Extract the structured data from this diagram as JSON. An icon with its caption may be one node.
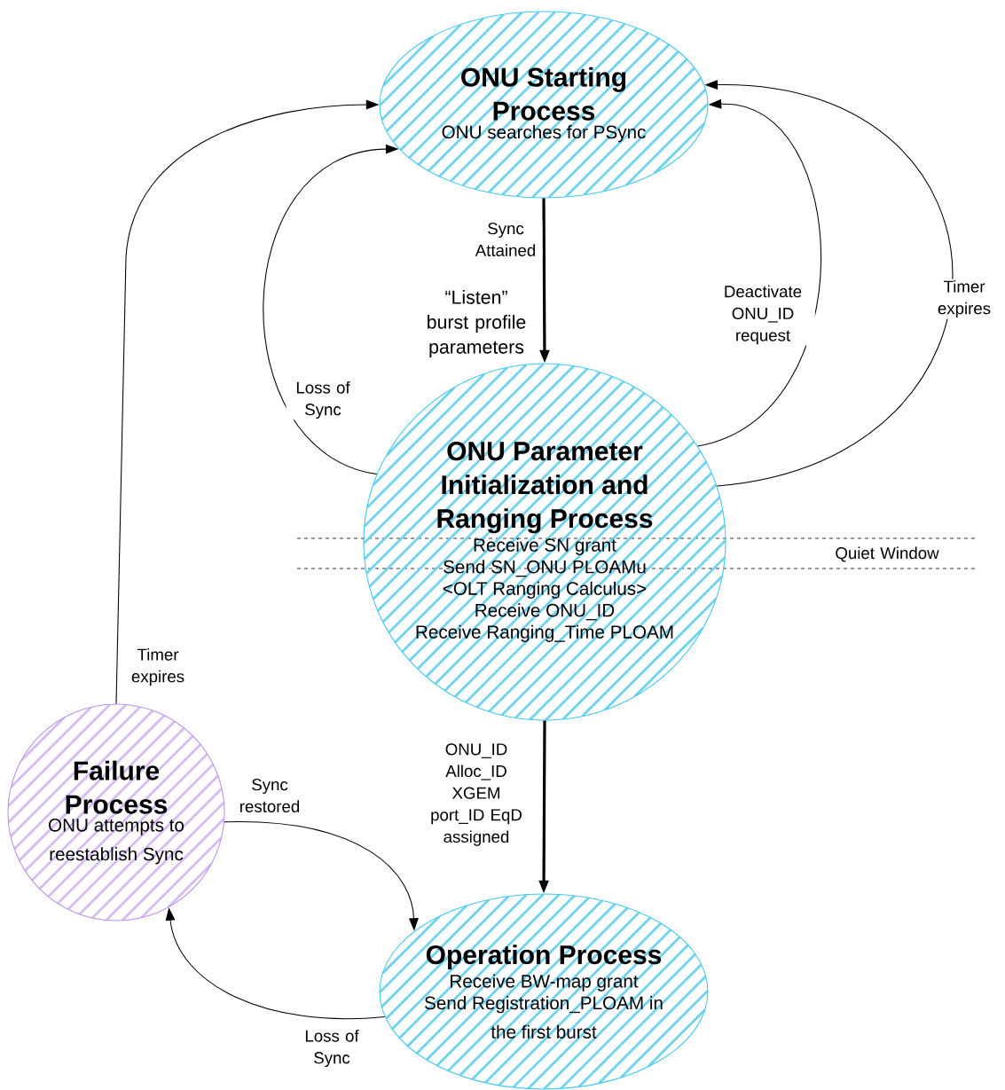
{
  "diagram": {
    "nodes": [
      {
        "text": [
          "ONU Starting Process",
          "ONU searches for PSync"
        ]
      },
      {
        "text": [
          "ONU Parameter Initialization and Ranging Process",
          "Receive SN grant",
          "Send SN_ONU PLOAMu",
          "<OLT Ranging Calculus>",
          "Receive ONU_ID",
          "Receive Ranging_Time PLOAM"
        ]
      },
      {
        "text": [
          "Operation Process",
          "Receive BW-map grant",
          "Send Registration_PLOAM in the first burst"
        ]
      },
      {
        "text": [
          "Failure Process",
          "ONU attempts to reestablish Sync"
        ]
      }
    ],
    "edges": [
      {
        "from": 0,
        "to": 1,
        "arrow": "to",
        "label": "Sync Attained",
        "style": "thick"
      },
      {
        "from": 1,
        "to": 0,
        "arrow": "to",
        "label": "Loss of Sync"
      },
      {
        "from": 1,
        "to": 0,
        "arrow": "to",
        "label": "Deactivate ONU_ID request"
      },
      {
        "from": 1,
        "to": 0,
        "arrow": "to",
        "label": "Timer expires"
      },
      {
        "from": 1,
        "to": 2,
        "arrow": "to",
        "label": "ONU_ID Alloc_ID XGEM port_ID EqD assigned",
        "style": "thick"
      },
      {
        "from": 3,
        "to": 0,
        "arrow": "to",
        "label": "Timer expires"
      },
      {
        "from": 3,
        "to": 2,
        "arrow": "to",
        "label": "Sync restored"
      },
      {
        "from": 2,
        "to": 3,
        "arrow": "to",
        "label": "Loss of Sync"
      }
    ],
    "labels": [
      "“Listen” burst profile parameters",
      "Quiet Window"
    ]
  }
}
